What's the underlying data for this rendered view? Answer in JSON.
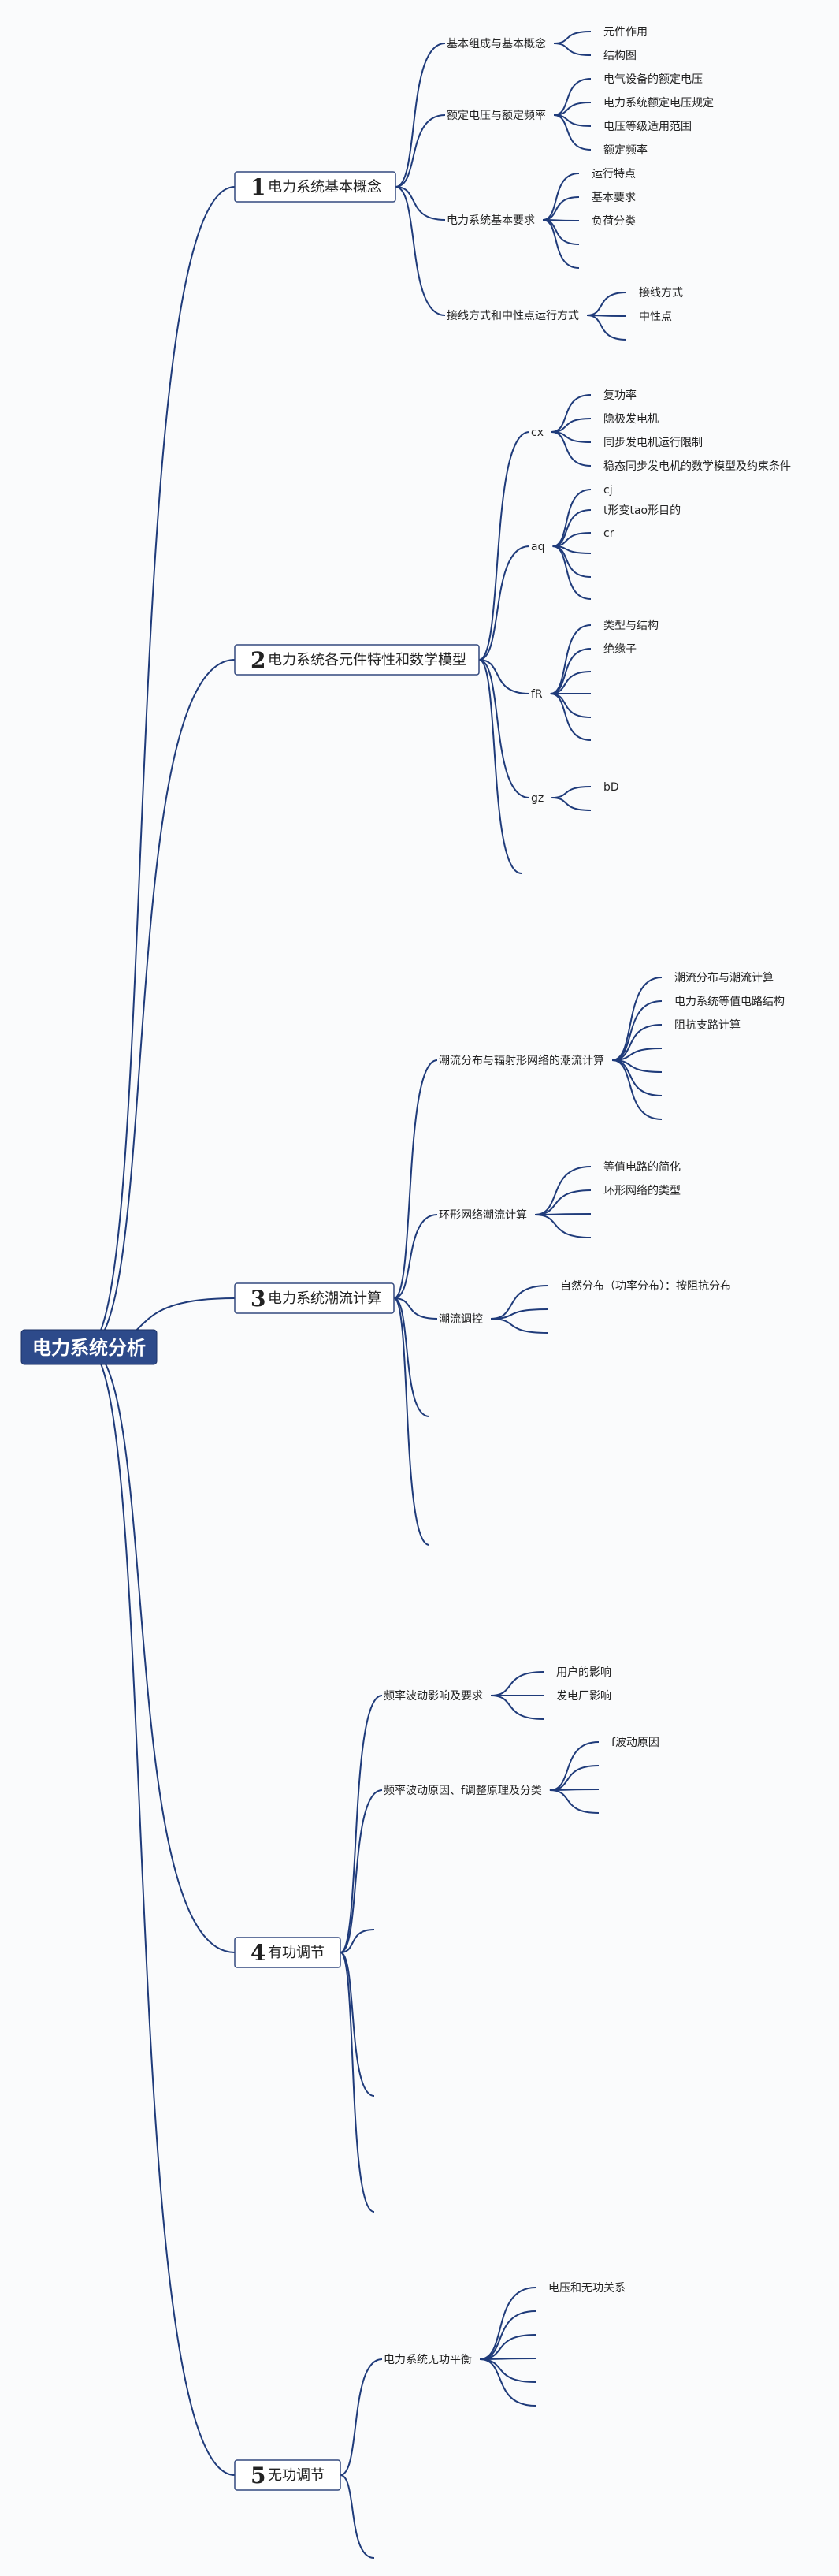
{
  "title": "电力系统分析",
  "colors": {
    "line": "#1f3b7a",
    "root_fill": "#2d4a8a"
  },
  "sections": [
    {
      "num": "1",
      "title": "电力系统基本概念",
      "num_color": "#c5273c",
      "branches": [
        {
          "label": "基本组成与基本概念",
          "leaves": [
            "元件作用",
            "结构图"
          ]
        },
        {
          "label": "额定电压与额定频率",
          "leaves": [
            "电气设备的额定电压",
            "电力系统额定电压规定",
            "电压等级适用范围",
            "额定频率"
          ]
        },
        {
          "label": "电力系统基本要求",
          "leaves": [
            "运行特点",
            "基本要求",
            "负荷分类",
            "",
            ""
          ]
        },
        {
          "label": "接线方式和中性点运行方式",
          "leaves": [
            "接线方式",
            "中性点",
            ""
          ]
        }
      ]
    },
    {
      "num": "2",
      "title": "电力系统各元件特性和数学模型",
      "num_color": "#e5c84a",
      "branches": [
        {
          "label": "cx",
          "leaves": [
            "复功率",
            "隐极发电机",
            "同步发电机运行限制",
            "稳态同步发电机的数学模型及约束条件"
          ]
        },
        {
          "label": "aq",
          "leaves": [
            "cj",
            "t形变tao形目的",
            "cr",
            "",
            "",
            ""
          ]
        },
        {
          "label": "fR",
          "leaves": [
            "类型与结构",
            "绝缘子",
            "",
            "",
            "",
            ""
          ]
        },
        {
          "label": "gz",
          "leaves": [
            "bD",
            ""
          ]
        },
        {
          "label": "",
          "leaves": []
        }
      ]
    },
    {
      "num": "3",
      "title": "电力系统潮流计算",
      "num_color": "#2f93c7",
      "branches": [
        {
          "label": "潮流分布与辐射形网络的潮流计算",
          "leaves": [
            "潮流分布与潮流计算",
            "电力系统等值电路结构",
            "阻抗支路计算",
            "",
            "",
            "",
            ""
          ]
        },
        {
          "label": "环形网络潮流计算",
          "leaves": [
            "等值电路的简化",
            "环形网络的类型",
            "",
            ""
          ]
        },
        {
          "label": "潮流调控",
          "leaves": [
            "自然分布（功率分布）：按阻抗分布",
            "",
            ""
          ]
        },
        {
          "label": "",
          "leaves": []
        },
        {
          "label": "",
          "leaves": []
        }
      ]
    },
    {
      "num": "4",
      "title": "有功调节",
      "num_color": "#2f8f3c",
      "branches": [
        {
          "label": "频率波动影响及要求",
          "leaves": [
            "用户的影响",
            "发电厂影响",
            ""
          ]
        },
        {
          "label": "频率波动原因、f调整原理及分类",
          "leaves": [
            "f波动原因",
            "",
            "",
            ""
          ]
        },
        {
          "label": "",
          "leaves": []
        },
        {
          "label": "",
          "leaves": []
        },
        {
          "label": "",
          "leaves": []
        }
      ]
    },
    {
      "num": "5",
      "title": "无功调节",
      "num_color": "#1f3b7a",
      "branches": [
        {
          "label": "电力系统无功平衡",
          "leaves": [
            "电压和无功关系",
            "",
            "",
            "",
            "",
            ""
          ]
        },
        {
          "label": "",
          "leaves": []
        }
      ]
    }
  ]
}
